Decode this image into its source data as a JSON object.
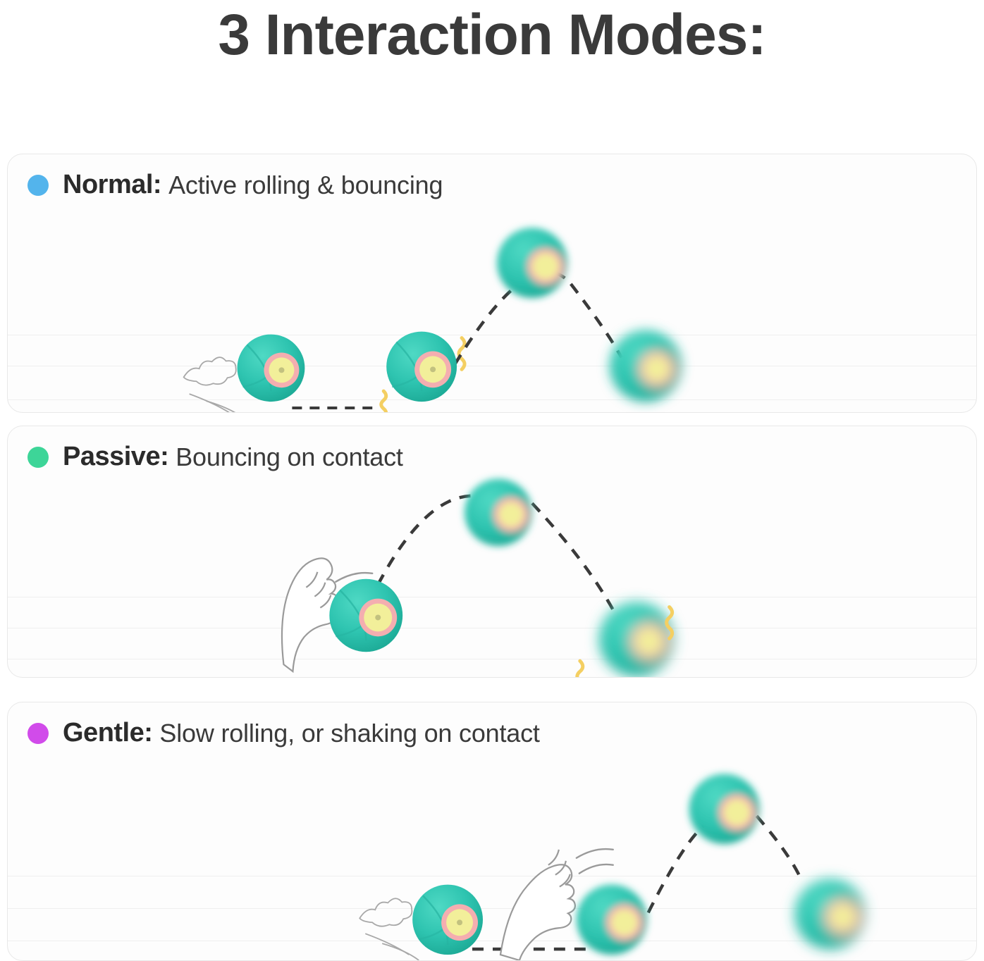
{
  "title": "3 Interaction Modes:",
  "colors": {
    "title": "#3a3a3a",
    "panel_bg": "#fdfdfd",
    "panel_border": "#e8e8e8",
    "rule_line": "#efefef",
    "ball_teal": "#2ec4b0",
    "ball_teal_dark": "#1fae9b",
    "ball_ring_pink": "#f7a9ae",
    "ball_core_yellow": "#f2ef9a",
    "trajectory": "#3a3a3a",
    "squiggle_yellow": "#f4cf62",
    "paw_outline": "#9a9a9a",
    "dot_normal": "#53b4ec",
    "dot_passive": "#3dd598",
    "dot_gentle": "#d14bea"
  },
  "panels": [
    {
      "id": "normal",
      "dot_color": "#53b4ec",
      "mode_name": "Normal:",
      "description": "Active rolling & bouncing",
      "icons": [
        "paw-print-icon",
        "ball-icon",
        "ball-icon",
        "ball-icon",
        "ball-icon"
      ],
      "motion": [
        "dashed-roll-line",
        "dashed-bounce-arc",
        "impact-squiggle",
        "impact-squiggle"
      ]
    },
    {
      "id": "passive",
      "dot_color": "#3dd598",
      "mode_name": "Passive:",
      "description": "Bouncing on contact",
      "icons": [
        "cat-paw-leg-icon",
        "ball-icon",
        "ball-icon",
        "ball-icon"
      ],
      "motion": [
        "dashed-bounce-arc",
        "impact-squiggle",
        "impact-squiggle",
        "swipe-lines"
      ]
    },
    {
      "id": "gentle",
      "dot_color": "#d14bea",
      "mode_name": "Gentle:",
      "description": "Slow rolling, or shaking on contact",
      "icons": [
        "paw-print-icon",
        "ball-icon",
        "cat-paw-leg-icon",
        "ball-icon",
        "ball-icon",
        "ball-icon"
      ],
      "motion": [
        "dashed-roll-line",
        "dashed-bounce-arc",
        "swipe-lines"
      ]
    }
  ]
}
